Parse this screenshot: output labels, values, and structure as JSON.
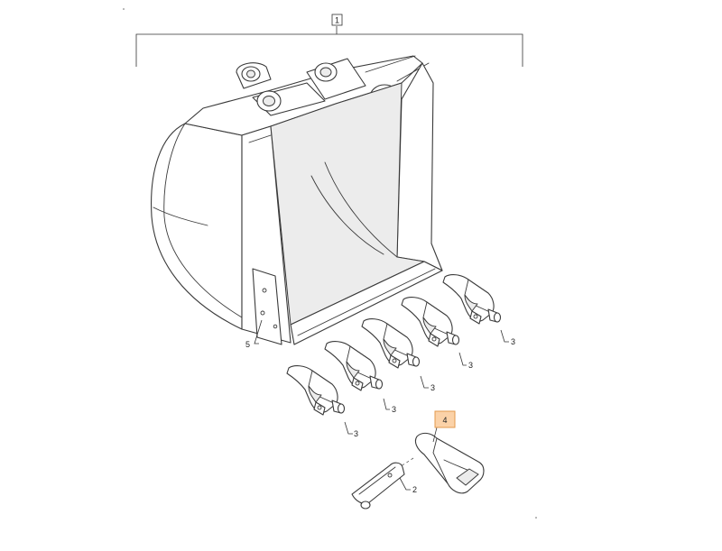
{
  "callouts": {
    "assembly": "1",
    "side_cutter_pin": "2",
    "tooth": "3",
    "tooth_tip": "4",
    "side_plate": "5"
  },
  "colors": {
    "highlight_fill": "#fbd2a8",
    "highlight_stroke": "#e39a4d",
    "line": "#3a3a3a"
  }
}
